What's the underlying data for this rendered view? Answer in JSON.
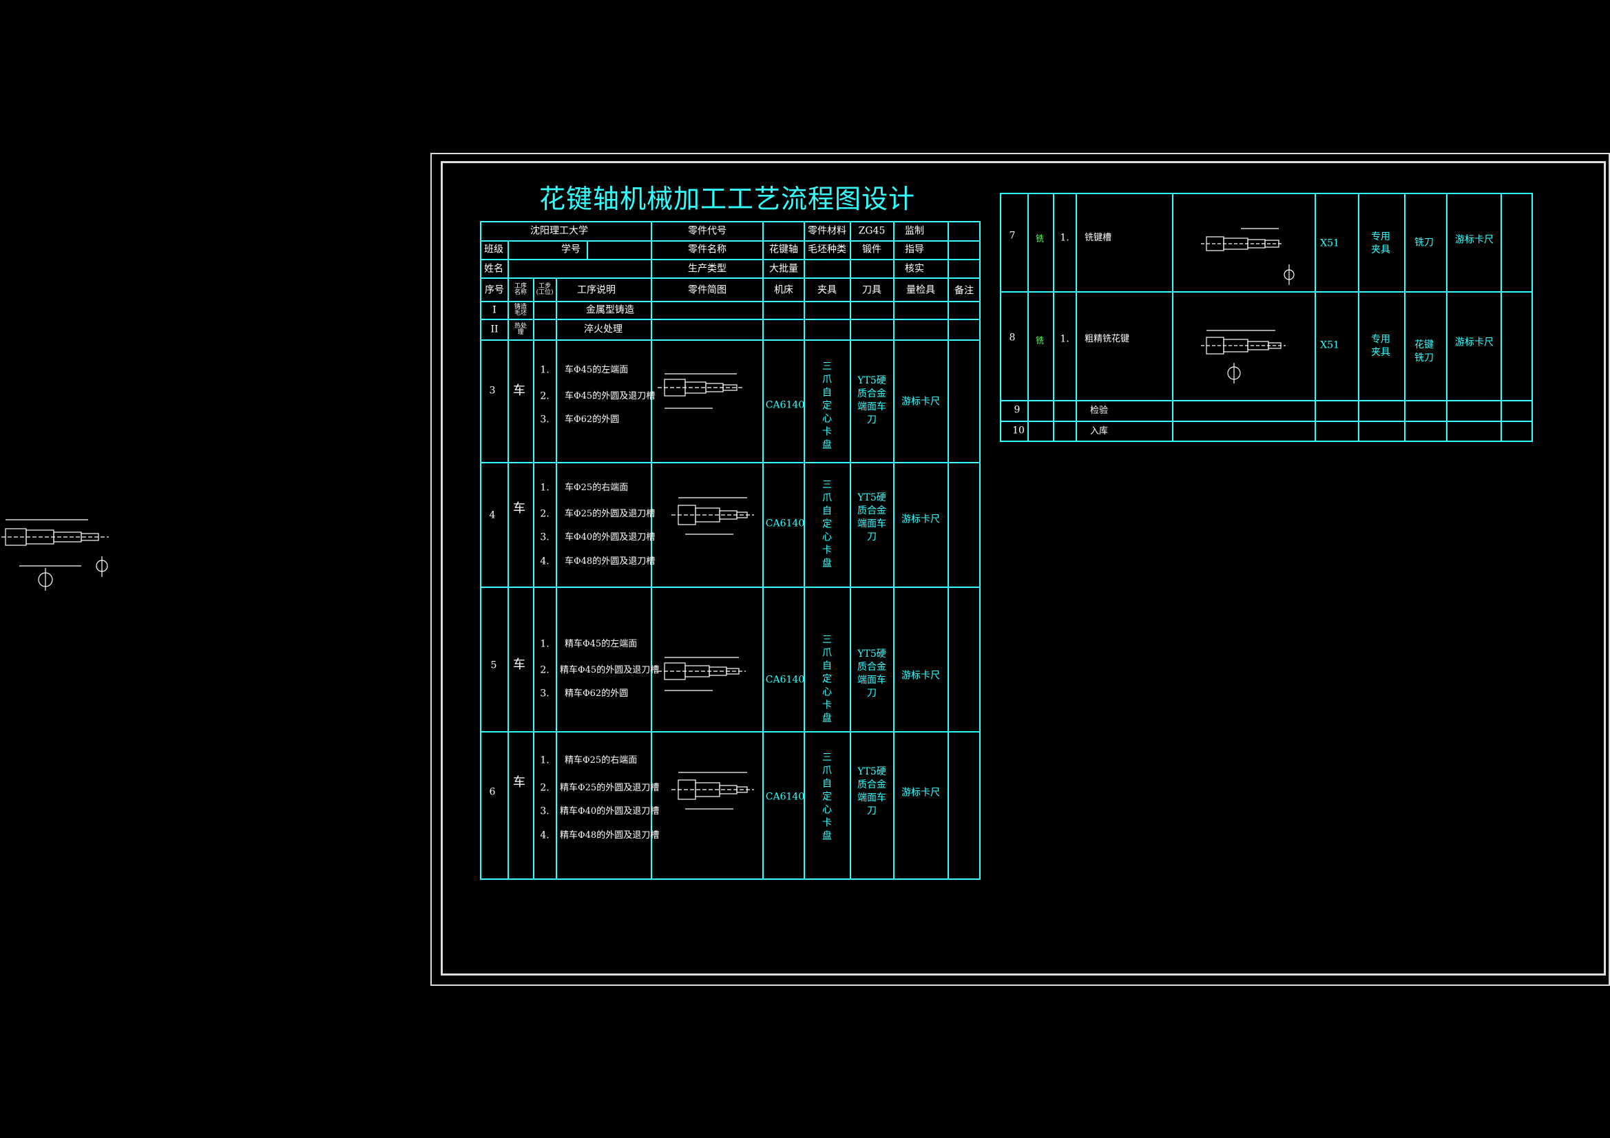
{
  "title": "花键轴机械加工工艺流程图设计",
  "header": {
    "school": "沈阳理工大学",
    "part_code_label": "零件代号",
    "material_label": "零件材料",
    "material_value": "ZG45",
    "supervise_label": "监制",
    "class_label": "班级",
    "student_no_label": "学号",
    "part_name_label": "零件名称",
    "part_name_value": "花键轴",
    "blank_type_label": "毛坯种类",
    "blank_type_value": "锻件",
    "guide_label": "指导",
    "name_label": "姓名",
    "prod_type_label": "生产类型",
    "prod_type_value": "大批量",
    "check_label": "核实"
  },
  "columns": {
    "seq": "序号",
    "proc_name": "工序名称",
    "step": "工步(工位)",
    "desc": "工序说明",
    "sketch": "零件简图",
    "machine": "机床",
    "fixture": "夹具",
    "tool": "刀具",
    "gauge": "量检具",
    "remark": "备注"
  },
  "pre_rows": [
    {
      "seq": "I",
      "name": "铸造毛坯",
      "desc": "金属型铸造"
    },
    {
      "seq": "II",
      "name": "热处理",
      "desc": "淬火处理"
    }
  ],
  "rows": [
    {
      "seq": "3",
      "name": "车",
      "steps": [
        "1.",
        "2.",
        "3."
      ],
      "descs": [
        "车Φ45的左端面",
        "车Φ45的外圆及退刀槽",
        "车Φ62的外圆"
      ],
      "machine": "CA6140",
      "fixture": "三爪自定心卡盘",
      "tool": "YT5硬质合金端面车刀",
      "gauge": "游标卡尺"
    },
    {
      "seq": "4",
      "name": "车",
      "steps": [
        "1.",
        "2.",
        "3.",
        "4."
      ],
      "descs": [
        "车Φ25的右端面",
        "车Φ25的外圆及退刀槽",
        "车Φ40的外圆及退刀槽",
        "车Φ48的外圆及退刀槽"
      ],
      "machine": "CA6140",
      "fixture": "三爪自定心卡盘",
      "tool": "YT5硬质合金端面车刀",
      "gauge": "游标卡尺"
    },
    {
      "seq": "5",
      "name": "车",
      "steps": [
        "1.",
        "2.",
        "3."
      ],
      "descs": [
        "精车Φ45的左端面",
        "精车Φ45的外圆及退刀槽",
        "精车Φ62的外圆"
      ],
      "machine": "CA6140",
      "fixture": "三爪自定心卡盘",
      "tool": "YT5硬质合金端面车刀",
      "gauge": "游标卡尺"
    },
    {
      "seq": "6",
      "name": "车",
      "steps": [
        "1.",
        "2.",
        "3.",
        "4."
      ],
      "descs": [
        "精车Φ25的右端面",
        "精车Φ25的外圆及退刀槽",
        "精车Φ40的外圆及退刀槽",
        "精车Φ48的外圆及退刀槽"
      ],
      "machine": "CA6140",
      "fixture": "三爪自定心卡盘",
      "tool": "YT5硬质合金端面车刀",
      "gauge": "游标卡尺"
    }
  ],
  "right_rows": [
    {
      "seq": "7",
      "name": "铣",
      "step": "1.",
      "desc": "铣键槽",
      "machine": "X51",
      "fixture": "专用夹具",
      "tool": "铣刀",
      "gauge": "游标卡尺"
    },
    {
      "seq": "8",
      "name": "铣",
      "step": "1.",
      "desc": "粗精铣花键",
      "machine": "X51",
      "fixture": "专用夹具",
      "tool": "花键铣刀",
      "gauge": "游标卡尺"
    },
    {
      "seq": "9",
      "desc": "检验"
    },
    {
      "seq": "10",
      "desc": "入库"
    }
  ]
}
